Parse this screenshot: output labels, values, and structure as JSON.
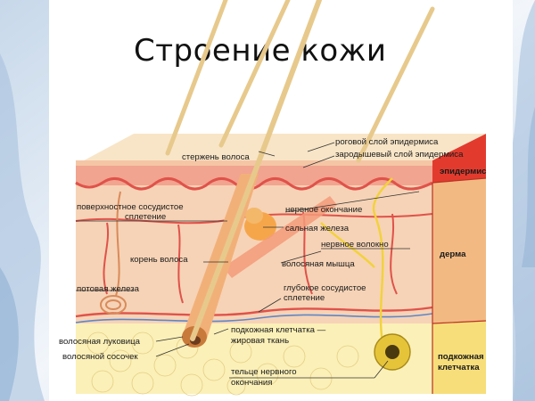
{
  "slide": {
    "title": "Строение кожи"
  },
  "labels": {
    "hair_shaft": "стержень волоса",
    "stratum_corneum": "роговой слой эпидермиса",
    "stratum_basale": "зародышевый слой эпидермиса",
    "superficial_plexus_1": "поверхностное сосудистое",
    "superficial_plexus_2": "сплетение",
    "nerve_ending": "нервное окончание",
    "sebaceous_gland": "сальная железа",
    "nerve_fiber": "нервное волокно",
    "hair_root": "корень волоса",
    "arrector_muscle": "волосяная мышца",
    "sweat_gland": "потовая железа",
    "deep_plexus_1": "глубокое сосудистое",
    "deep_plexus_2": "сплетение",
    "subcutis_fat_1": "подкожная клетчатка —",
    "subcutis_fat_2": "жировая ткань",
    "hair_bulb": "волосяная луковица",
    "hair_papilla": "волосяной сосочек",
    "nerve_corpuscle_1": "тельце нервного",
    "nerve_corpuscle_2": "окончания"
  },
  "layers": {
    "epidermis": "эпидермис",
    "dermis": "дерма",
    "hypodermis_1": "подкожная",
    "hypodermis_2": "клетчатка"
  },
  "colors": {
    "epidermis_band": "#e23b2e",
    "dermis_fill": "#f6d3b6",
    "subcutis_fill": "#fbf0b8",
    "vessel_red": "#e0524a",
    "nerve_yellow": "#f2d23a",
    "hair_tan": "#e7c98c"
  }
}
